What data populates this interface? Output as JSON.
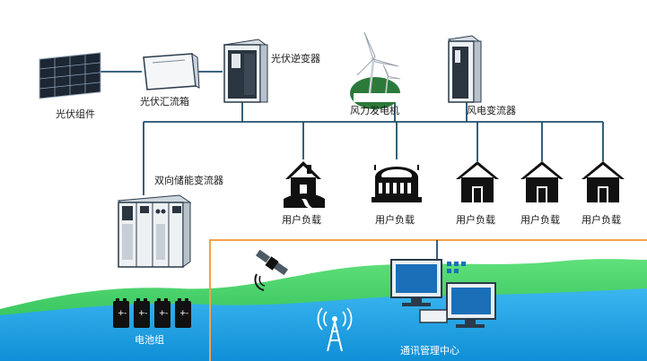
{
  "labels": {
    "pv_module": "光伏组件",
    "pv_combiner": "光伏汇流箱",
    "pv_inverter": "光伏逆变器",
    "wind_turbine": "风力发电机",
    "wind_converter": "风电变流器",
    "bidirectional_converter": "双向储能变流器",
    "battery_pack": "电池组",
    "comm_center": "通讯管理中心",
    "user_loads": [
      "用户负载",
      "用户负载",
      "用户负载",
      "用户负载",
      "用户负载"
    ]
  },
  "colors": {
    "line": "#1f4f6e",
    "sea": "#1aa3e8",
    "hill": "#34d06a",
    "panel_frame": "#f4a24a",
    "equipment": "#2a3a4a"
  },
  "icons": [
    "solar-panel-icon",
    "combiner-box-icon",
    "inverter-cabinet-icon",
    "wind-turbine-icon",
    "converter-cabinet-icon",
    "house-icon",
    "stadium-icon",
    "storage-cabinet-icon",
    "battery-icon",
    "satellite-icon",
    "radio-tower-icon",
    "computer-monitor-icon"
  ]
}
